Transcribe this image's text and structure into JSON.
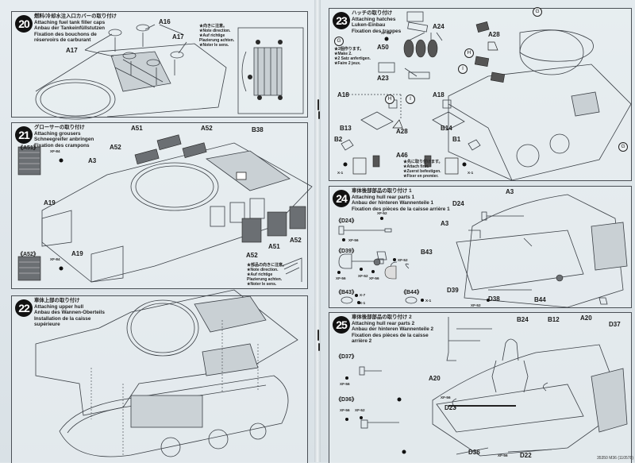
{
  "document": {
    "footer_code": "35350 M36 (110578)",
    "paint_note": "XF-84"
  },
  "steps": [
    {
      "number": "20",
      "title_jp": "燃料/冷却水注入口カバーの取り付け",
      "title_en": "Attaching fuel tank filler caps",
      "title_de": "Anbau der Tankeinfüllstutzen",
      "title_fr": "Fixation des bouchons de réservoirs de carburant",
      "parts": [
        "A16",
        "A17",
        "A17"
      ],
      "note": [
        "★向きに注意。",
        "★Note direction.",
        "★Auf richtige",
        "Plazierung achten.",
        "★Noter le sens."
      ]
    },
    {
      "number": "21",
      "title_jp": "グローサーの取り付け",
      "title_en": "Attaching grousers",
      "title_de": "Schneegreifer anbringen",
      "title_fr": "Fixation des crampons",
      "parts": [
        "A51",
        "A52",
        "A52",
        "B38",
        "A3",
        "A19",
        "A19",
        "A52",
        "A51",
        "A52"
      ],
      "paint_callouts": [
        {
          "part": "《A51》",
          "paint": "XF-84"
        },
        {
          "part": "《A52》",
          "paint": "XF-84"
        }
      ],
      "note": [
        "★部品の向きに注意。",
        "★Note direction.",
        "★Auf richtige",
        "Plazierung achten.",
        "★Noter le sens."
      ]
    },
    {
      "number": "22",
      "title_jp": "車体上部の取り付け",
      "title_en": "Attaching upper hull",
      "title_de": "Anbau des Wannen-Oberteils",
      "title_fr": "Installation de la caisse supérieure"
    },
    {
      "number": "23",
      "title_jp": "ハッチの取り付け",
      "title_en": "Attaching hatches",
      "title_de": "Luken-Einbau",
      "title_fr": "Fixation des trappes",
      "sub_g": "G",
      "sub_h": "H",
      "sub_i": "I",
      "make_note": [
        "★2個作ります。",
        "★Make 2.",
        "★2 Satz anfertigen.",
        "★Faire 2 jeux."
      ],
      "attach_note": [
        "★先に取り付けます。",
        "★Attach first.",
        "★Zuerst befestigen.",
        "★Fixer en premier."
      ],
      "parts": [
        "A24",
        "A50",
        "A23",
        "A18",
        "A18",
        "B13",
        "B14",
        "B2",
        "B1",
        "A28",
        "A28",
        "A46",
        "G",
        "G"
      ],
      "paints": {
        "a50": "XF-84",
        "x1_left": "X-1",
        "x1_right": "X-1"
      }
    },
    {
      "number": "24",
      "title_jp": "車体後部部品の取り付け 1",
      "title_en": "Attaching hull rear parts 1",
      "title_de": "Anbau der hinteren Wannenteile 1",
      "title_fr": "Fixation des pièces de la caisse arrière 1",
      "parts": [
        "D24",
        "A3",
        "A3",
        "B43",
        "D39",
        "D38",
        "B44"
      ],
      "callouts": {
        "d24": "《D24》",
        "d24_p1": "XF-52",
        "d24_p2": "XF-56",
        "d39": "《D39》",
        "d39_p1": "XF-52",
        "d39_p2": "XF-56",
        "d39_p3": "XF-52",
        "d39_p4": "XF-56",
        "b43": "《B43》",
        "b43_p1": "X-7",
        "b43_p2": "X-1",
        "b44": "《B44》",
        "b44_p1": "X-1",
        "d38_paint": "XF-52"
      }
    },
    {
      "number": "25",
      "title_jp": "車体後部部品の取り付け 2",
      "title_en": "Attaching hull rear parts 2",
      "title_de": "Anbau der hinteren Wannenteile 2",
      "title_fr": "Fixation des pièces de la caisse arrière 2",
      "parts": [
        "B24",
        "B12",
        "A20",
        "D37",
        "A20",
        "D23",
        "D36",
        "D22"
      ],
      "callouts": {
        "d37": "《D37》",
        "d37_p1": "XF-56",
        "d36": "《D36》",
        "d36_p1": "XF-56",
        "d36_p2": "XF-52",
        "d23_paint": "XF-56",
        "d22_paint": "XF-56"
      }
    }
  ]
}
